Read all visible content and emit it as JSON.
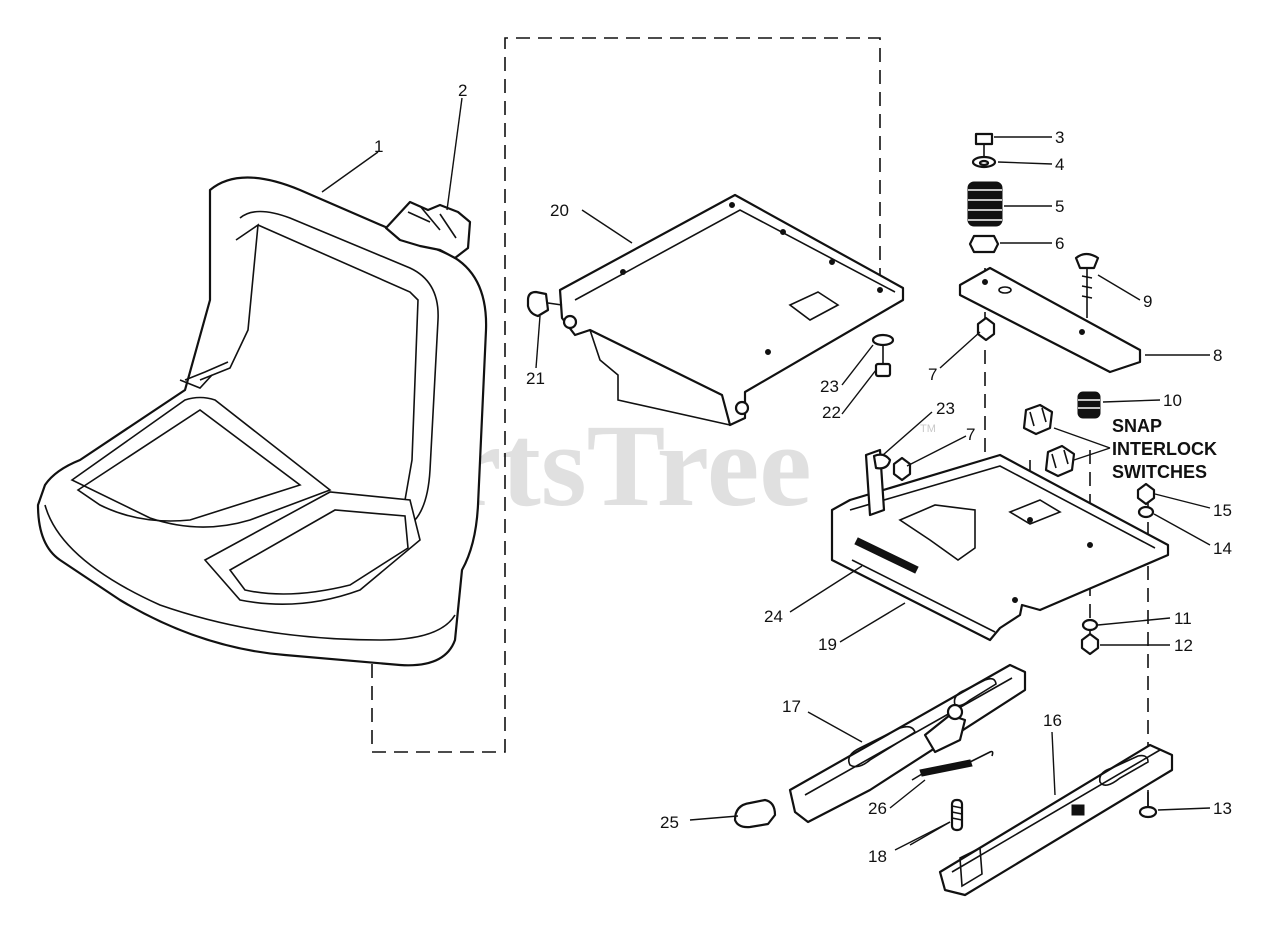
{
  "watermark": {
    "text": "PartsTree",
    "trademark": "TM"
  },
  "note": {
    "line1": "SNAP",
    "line2": "INTERLOCK",
    "line3": "SWITCHES"
  },
  "callouts": {
    "c1": "1",
    "c2": "2",
    "c3": "3",
    "c4": "4",
    "c5": "5",
    "c6": "6",
    "c7a": "7",
    "c7b": "7",
    "c8": "8",
    "c9": "9",
    "c10": "10",
    "c11": "11",
    "c12": "12",
    "c13": "13",
    "c14": "14",
    "c15": "15",
    "c16": "16",
    "c17": "17",
    "c18": "18",
    "c19": "19",
    "c20": "20",
    "c21": "21",
    "c22": "22",
    "c23a": "23",
    "c23b": "23",
    "c24": "24",
    "c25": "25",
    "c26": "26"
  }
}
